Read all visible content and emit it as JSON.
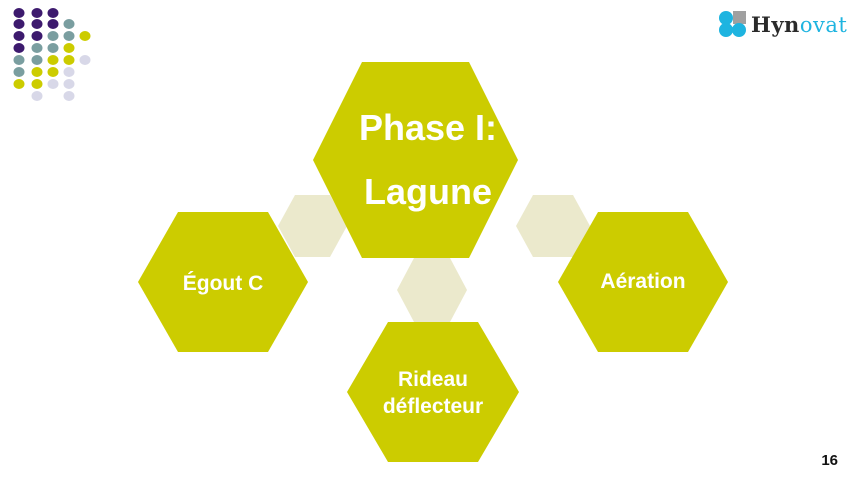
{
  "logo": {
    "text_part1": "Hyn",
    "text_part2": "ovat"
  },
  "diagram": {
    "center": {
      "line1": "Phase I:",
      "line2": "Lagune"
    },
    "left": {
      "label": "Égout C"
    },
    "right": {
      "label": "Aération"
    },
    "bottom": {
      "line1": "Rideau",
      "line2": "déflecteur"
    }
  },
  "colors": {
    "hex": "#cccc00",
    "connector": "#ebe9cc",
    "purple": "#3d1a6e",
    "teal": "#7a9ea0",
    "lilac": "#d8d8e8"
  },
  "page_number": "16"
}
